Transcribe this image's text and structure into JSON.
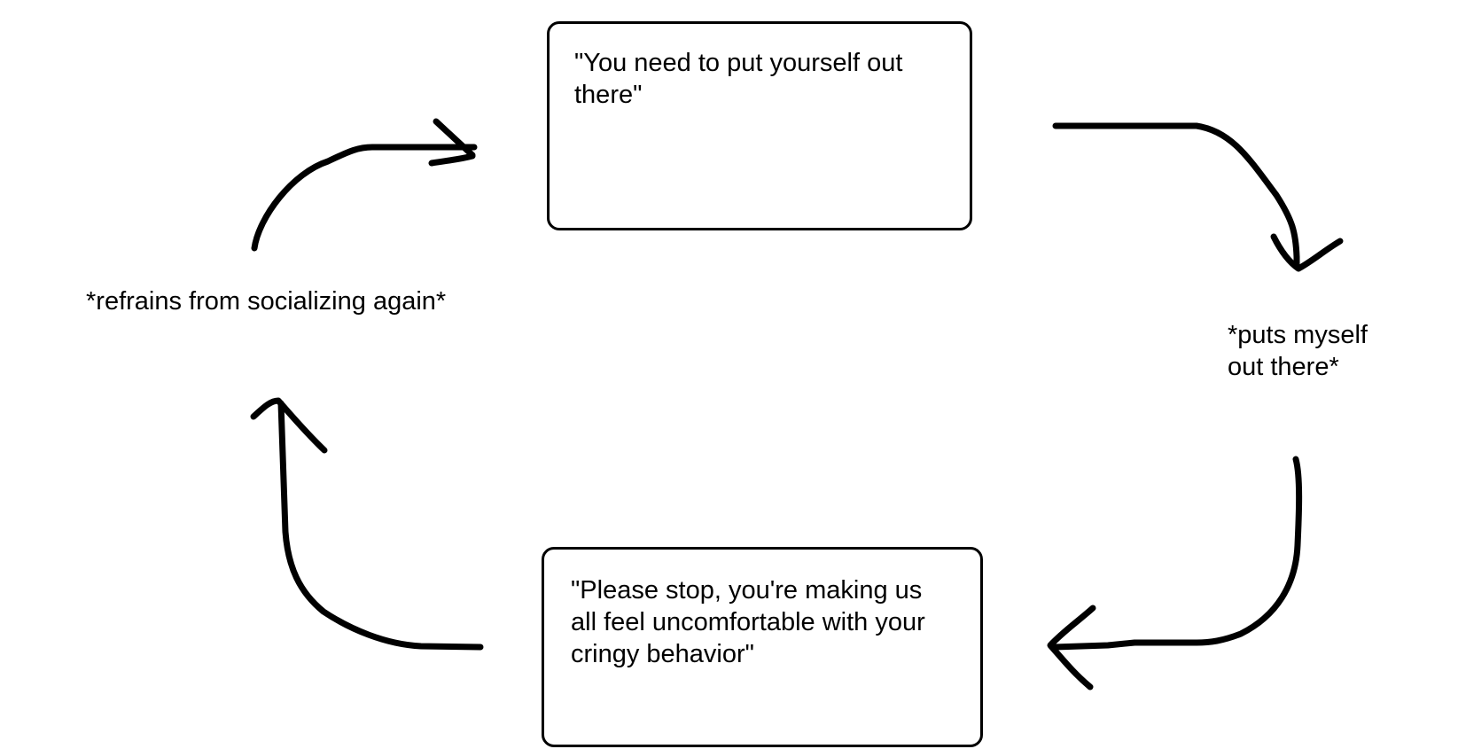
{
  "diagram": {
    "type": "cycle",
    "stroke_color": "#000000",
    "background_color": "#ffffff",
    "nodes": {
      "top_box": {
        "text": "\"You need to put yourself out\nthere\""
      },
      "right_label": {
        "text": "*puts myself\nout there*"
      },
      "bottom_box": {
        "text": "\"Please stop, you're making us\nall feel uncomfortable with your\ncringy behavior\""
      },
      "left_label": {
        "text": "*refrains from socializing again*"
      }
    },
    "edges": [
      {
        "from": "top_box",
        "to": "right_label"
      },
      {
        "from": "right_label",
        "to": "bottom_box"
      },
      {
        "from": "bottom_box",
        "to": "left_label"
      },
      {
        "from": "left_label",
        "to": "top_box"
      }
    ]
  }
}
